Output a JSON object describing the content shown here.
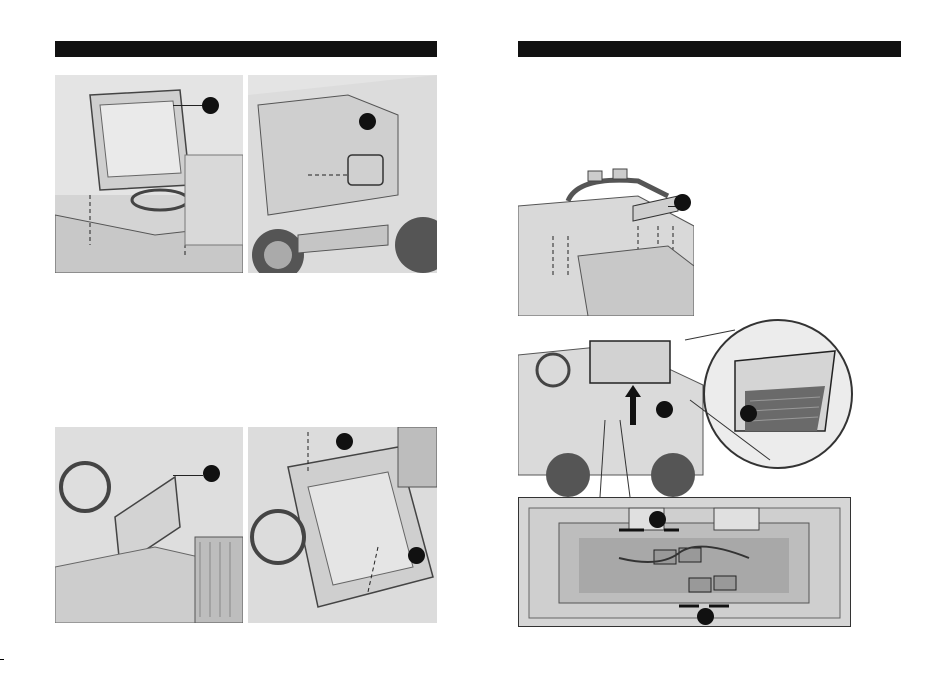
{
  "page": {
    "background": "#ffffff",
    "header_color": "#111111",
    "figure_color": "#e4e4e4"
  },
  "left_page": {
    "figures": [
      {
        "name": "windshield-install",
        "icon": "windshield-part"
      },
      {
        "name": "side-mirror-install",
        "icon": "mirror-part"
      },
      {
        "name": "dashboard-panel-install",
        "icon": "panel-part"
      },
      {
        "name": "seat-screw-install",
        "icon": "screw-part"
      }
    ]
  },
  "right_page": {
    "figures": [
      {
        "name": "roll-bar-install",
        "icon": "roll-bar-part"
      },
      {
        "name": "battery-box-removal",
        "icon": "battery-box-part"
      },
      {
        "name": "wire-connector-detail",
        "icon": "connector-part"
      }
    ]
  }
}
